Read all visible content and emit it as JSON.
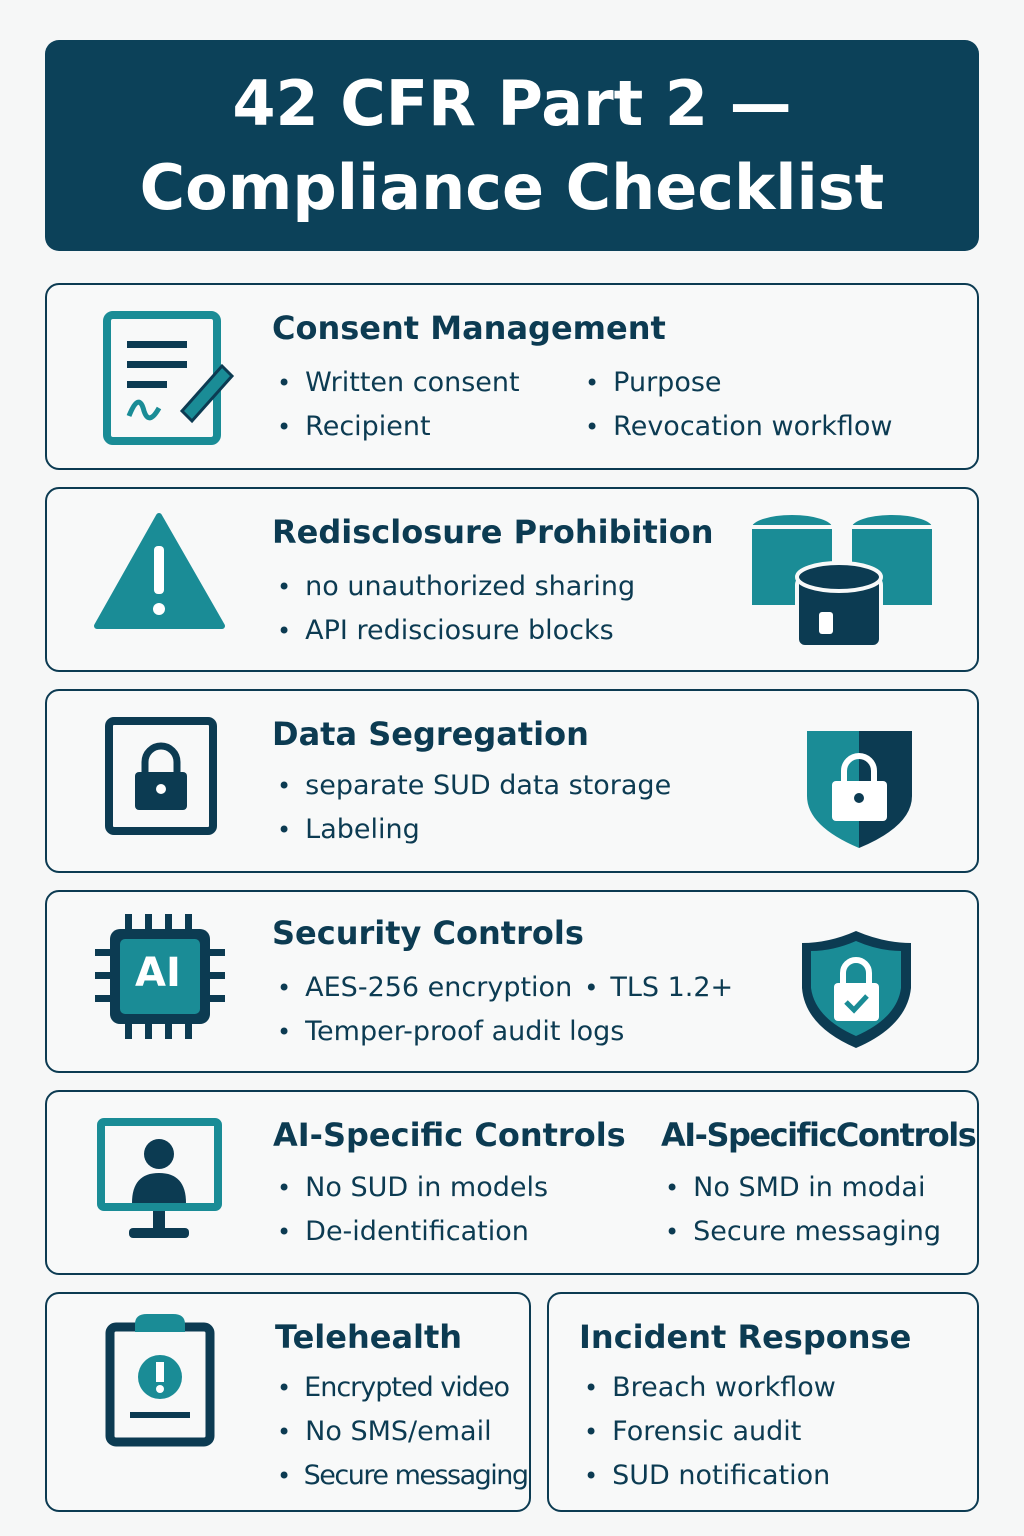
{
  "header": {
    "line1": "42 CFR Part 2 —",
    "line2": "Compliance Checklist"
  },
  "sections": [
    {
      "title": "Consent Management",
      "items": [
        "Written consent",
        "Recipient",
        "Purpose",
        "Revocation workflow"
      ]
    },
    {
      "title": "Redisclosure Prohibition",
      "items": [
        "no unauthorized sharing",
        "API redisciosure blocks"
      ]
    },
    {
      "title": "Data Segregation",
      "items": [
        "separate SUD data storage",
        "Labeling"
      ]
    },
    {
      "title": "Security Controls",
      "items": [
        "AES-256 encryption",
        "TLS 1.2+",
        "Temper-proof audit logs"
      ],
      "icon_text": "AI"
    },
    {
      "title": "AI-Specific Controls",
      "items": [
        "No SUD in models",
        "De-identification"
      ],
      "title2": "AI-SpecificControls",
      "items2": [
        "No SMD in modai",
        "Secure messaging"
      ]
    },
    {
      "title": "Telehealth",
      "items": [
        "Encrypted video",
        "No SMS/email",
        "Secure messaging"
      ]
    },
    {
      "title": "Incident Response",
      "items": [
        "Breach workflow",
        "Forensic audit",
        "SUD notification"
      ]
    }
  ],
  "colors": {
    "navy": "#0c4159",
    "teal": "#1a8c96"
  }
}
